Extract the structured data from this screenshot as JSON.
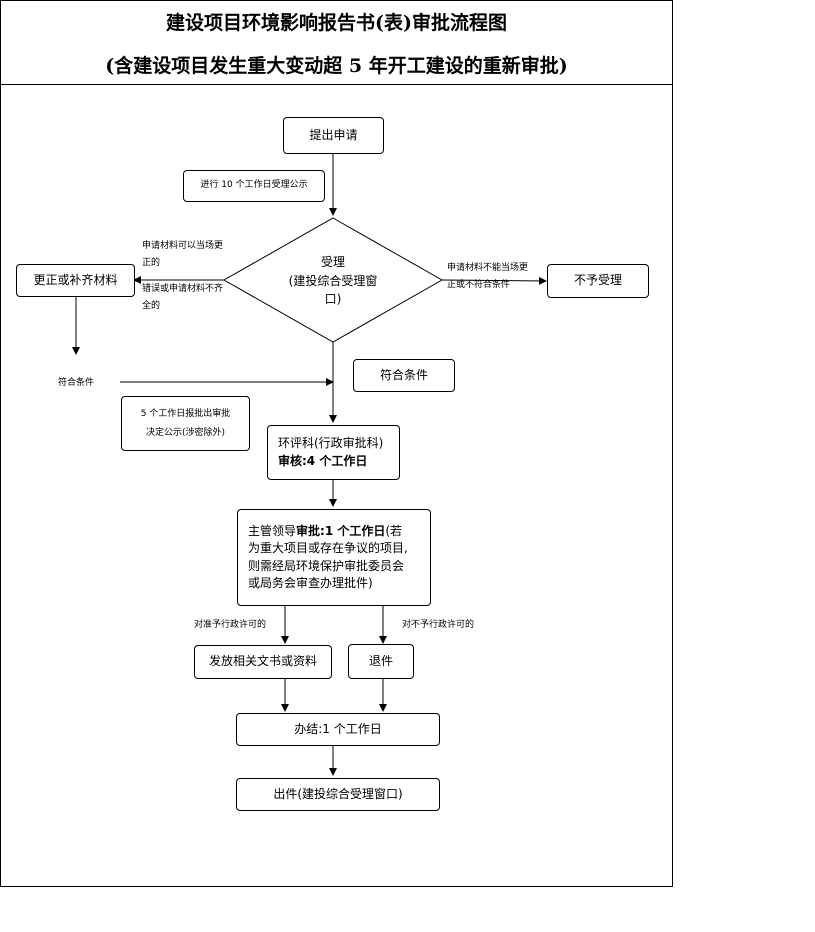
{
  "title": {
    "line1": "建设项目环境影响报告书(表)审批流程图",
    "line2": "(含建设项目发生重大变动超 5 年开工建设的重新审批)"
  },
  "nodes": {
    "apply": "提出申请",
    "public_notice": "进行 10 个工作日受理公示",
    "accept_diamond": {
      "line1": "受理",
      "line2": "(建投综合受理窗",
      "line3": "口)"
    },
    "correct": "更正或补齐材料",
    "reject": "不予受理",
    "qualified_box": "符合条件",
    "decision_notice": {
      "line1": "5 个工作日报批出审批",
      "line2": "决定公示(涉密除外)"
    },
    "env_dept": {
      "line1": "环评科(行政审批科)",
      "line2_bold": "审核:4 个工作日"
    },
    "leader": {
      "prefix": "主管领导",
      "bold": "审批:1 个工作日",
      "rest1": "(若",
      "line2": "为重大项目或存在争议的项目,",
      "line3": "则需经局环境保护审批委员会",
      "line4": "或局务会审查办理批件)"
    },
    "issue_docs": "发放相关文书或资料",
    "return_docs": "退件",
    "complete": "办结:1 个工作日",
    "output": "出件(建投综合受理窗口)"
  },
  "labels": {
    "left_top1": "申请材料可以当场更",
    "left_top2": "正的",
    "left_bottom1": "错误或申请材料不齐",
    "left_bottom2": "全的",
    "right_top": "申请材料不能当场更",
    "right_bottom": "正或不符合条件",
    "qualified_left": "符合条件",
    "approve": "对准予行政许可的",
    "deny": "对不予行政许可的"
  }
}
